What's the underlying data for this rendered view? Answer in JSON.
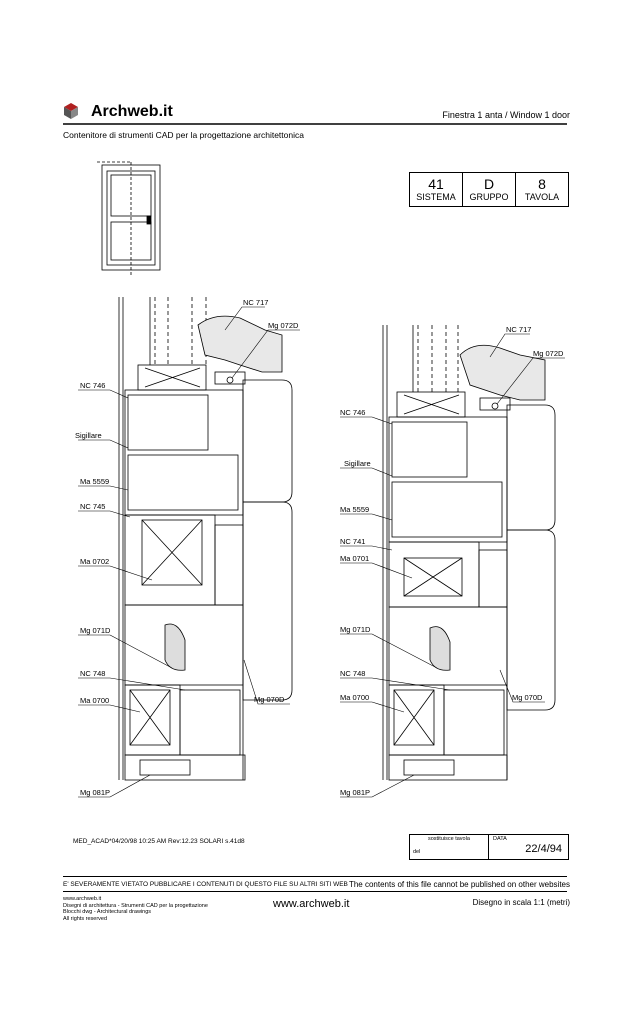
{
  "header": {
    "title": "Archweb.it",
    "right": "Finestra 1 anta  /  Window 1 door",
    "subtitle": "Contenitore di strumenti CAD per la progettazione architettonica"
  },
  "table": {
    "values": [
      "41",
      "D",
      "8"
    ],
    "keys": [
      "SISTEMA",
      "GRUPPO",
      "TAVOLA"
    ]
  },
  "left_labels": [
    "NC 717",
    "Mg 072D",
    "NC 746",
    "Sigillare",
    "Ma 5559",
    "NC 745",
    "Ma 0702",
    "Mg 071D",
    "NC 748",
    "Ma 0700",
    "Mg 070D",
    "Mg 081P"
  ],
  "right_labels": [
    "NC 717",
    "Mg 072D",
    "NC 746",
    "Sigillare",
    "Ma 5559",
    "NC 741",
    "Ma 0701",
    "Mg 071D",
    "NC 748",
    "Ma 0700",
    "Mg 070D",
    "Mg 081P"
  ],
  "meta": "MED_ACAD*04/20/98 10:25 AM Rev:12.23  SOLARI s.41d8",
  "replace_box": {
    "label": "sostituisce tavola",
    "del": "del",
    "data_label": "DATA",
    "date": "22/4/94"
  },
  "footer": {
    "warning_it": "E' SEVERAMENTE VIETATO PUBBLICARE I CONTENUTI DI QUESTO FILE SU ALTRI SITI WEB",
    "warning_en": "The contents of this file cannot be published on other websites",
    "lines": [
      "www.archweb.it",
      "Disegni di architettura - Strumenti CAD  per la progettazione",
      "Blocchi dwg - Architectural drawings",
      "All rights reserved"
    ],
    "site": "www.archweb.it",
    "scale": "Disegno in scala 1:1 (metri)"
  }
}
